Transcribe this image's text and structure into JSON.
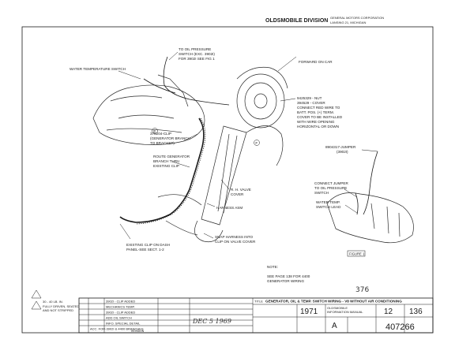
{
  "header": {
    "division": "OLDSMOBILE DIVISION",
    "corp_line1": "GENERAL MOTORS CORPORATION",
    "corp_line2": "LANSING 21, MICHIGAN"
  },
  "callouts": {
    "oil_pressure_switch": [
      "TO OIL PRESSURE",
      "SWITCH (EXC. 3902I)",
      "FOR 3902I SEE FIG 1"
    ],
    "water_temp_switch": "WATER TEMPERATURE SWITCH",
    "forward_on_car": "FORWARD ON CAR",
    "nut_cover": [
      "9425329 - NUT",
      "394529 - COVER",
      "CONNECT RED WIRE TO",
      "BATT. POS. (+) TERM.",
      "COVER TO BE INSTALLED",
      "WITH WIRE OPENING",
      "HORIZONTAL OR DOWN"
    ],
    "clip": [
      "378204-CLIP",
      "(GENERATOR BRANCH",
      "TO BRACKET)"
    ],
    "route_generator": [
      "ROUTE GENERATOR",
      "BRANCH THRU",
      "EXISTING CLIP"
    ],
    "rh_valve_cover": [
      "R. H. VALVE",
      "COVER"
    ],
    "harness_asm": "HARNESS ASM",
    "snap_harness": [
      "SNAP HARNESS INTO",
      "CLIP ON VALVE COVER"
    ],
    "existing_clip": [
      "EXISTING CLIP ON DASH",
      "PANEL-SEE SECT. 1-2"
    ],
    "jumper": [
      "8904317-JUMPER",
      "(3902I)"
    ],
    "connect_jumper": [
      "CONNECT JUMPER",
      "TO OIL PRESSURE",
      "SWITCH"
    ],
    "water_temp_lead": [
      "WATER TEMP.",
      "SWITCH LEAD"
    ],
    "figure": "FIGURE 1",
    "note_title": "NOTE:",
    "note_body": [
      "SEE PAGE 138 FOR 4400",
      "GENERATOR WIRING"
    ],
    "circle_e": "E",
    "circle_f": "F",
    "torque": [
      "30 - 40 LB. IN.",
      "FULLY DRIVEN, SEATED",
      "AND NOT STRIPPED"
    ]
  },
  "sheet_number": "376",
  "title_block": {
    "title_label": "TITLE",
    "title": "GENERATOR, OIL & TEMP. SWITCH WIRING - V8  WITHOUT AIR CONDITIONING",
    "year": "1971",
    "manual_line1": "OLDSMOBILE",
    "manual_line2": "INFORMATION MANUAL",
    "section": "12",
    "page": "136",
    "revision_letter": "A",
    "drawing_number": "407266",
    "revision_label": "REVISION",
    "date_handwritten": "DEC 5 1969",
    "revisions": [
      "3902I - CLIP ADDED",
      "MECHANICS TEMP.",
      "3902I - CLIP ADDED",
      "ADD OIL SWITCH",
      "INFO. SPECIAL DETAIL"
    ],
    "bottom_rev": "ACC. FOR-3902I & 4400 BRANCHES"
  }
}
